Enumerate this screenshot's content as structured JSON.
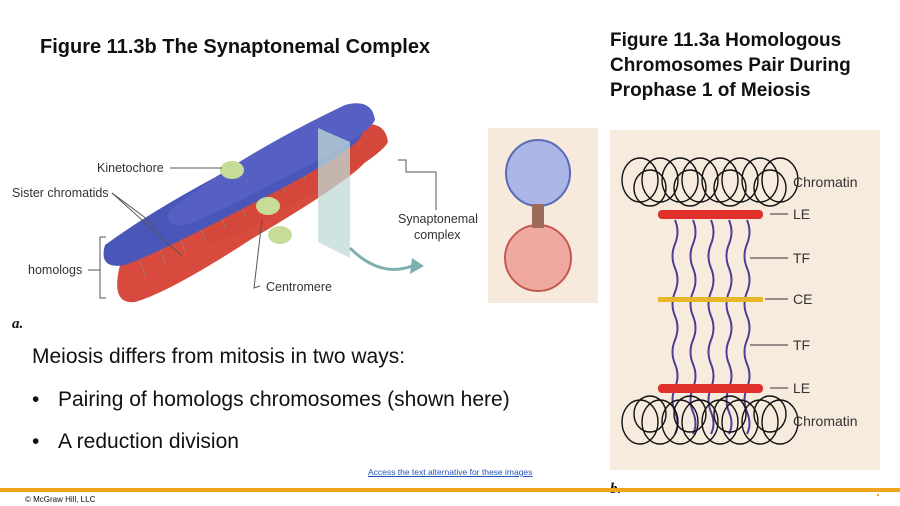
{
  "titles": {
    "left": "Figure 11.3b The Synaptonemal Complex",
    "right": "Figure 11.3a Homologous Chromosomes Pair During Prophase 1 of Meiosis"
  },
  "figure_a": {
    "labels": {
      "kinetochore": "Kinetochore",
      "sister_chromatids": "Sister chromatids",
      "homologs": "homologs",
      "centromere": "Centromere",
      "synaptonemal_line1": "Synaptonemal",
      "synaptonemal_line2": "complex"
    },
    "panel_letter": "a."
  },
  "figure_b": {
    "labels": {
      "chromatin_top": "Chromatin",
      "le_top": "LE",
      "tf_top": "TF",
      "ce": "CE",
      "tf_bottom": "TF",
      "le_bottom": "LE",
      "chromatin_bottom": "Chromatin"
    },
    "panel_letter": "b."
  },
  "body": {
    "intro": "Meiosis differs from mitosis in two ways:",
    "bullets": [
      "Pairing of homologs chromosomes (shown here)",
      "A reduction division"
    ],
    "bullet_symbol": "•"
  },
  "footer": {
    "alt_link": "Access the text alternative for these images",
    "copyright": "© McGraw Hill, LLC"
  },
  "colors": {
    "accent_bar": "#f0a51d",
    "chromatid_blue": "#4a56b8",
    "chromatid_red": "#d94a3e",
    "le_red": "#e0302c",
    "ce_yellow": "#e8b82a",
    "tf_purple": "#4b3f9a"
  }
}
